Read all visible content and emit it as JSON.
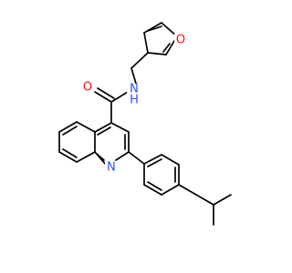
{
  "molecule": {
    "atoms": {
      "carbonyl_oxygen": {
        "label": "O",
        "color": "#ff0d0d"
      },
      "amide_nitrogen": {
        "label": "N",
        "color": "#3050f8"
      },
      "amide_hydrogen": {
        "label": "H",
        "color": "#3050f8"
      },
      "furan_oxygen": {
        "label": "O",
        "color": "#ff0d0d"
      },
      "quinoline_nitrogen": {
        "label": "N",
        "color": "#3050f8"
      }
    },
    "bond_color": "#000000",
    "background": "#ffffff"
  }
}
